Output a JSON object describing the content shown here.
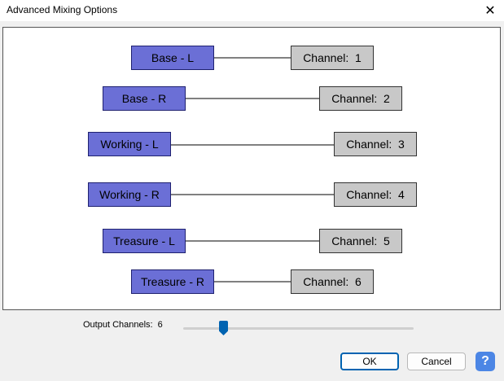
{
  "window": {
    "title": "Advanced Mixing Options",
    "close_icon": "✕"
  },
  "mappings": [
    {
      "source": "Base - L",
      "channel": "Channel:  1"
    },
    {
      "source": "Base - R",
      "channel": "Channel:  2"
    },
    {
      "source": "Working - L",
      "channel": "Channel:  3"
    },
    {
      "source": "Working - R",
      "channel": "Channel:  4"
    },
    {
      "source": "Treasure - L",
      "channel": "Channel:  5"
    },
    {
      "source": "Treasure - R",
      "channel": "Channel:  6"
    }
  ],
  "output": {
    "label": "Output Channels:",
    "value": "6"
  },
  "buttons": {
    "ok": "OK",
    "cancel": "Cancel",
    "help": "?"
  },
  "colors": {
    "source_box": "#6b6fd6",
    "channel_box": "#c8c8c8",
    "accent": "#0063b1"
  }
}
